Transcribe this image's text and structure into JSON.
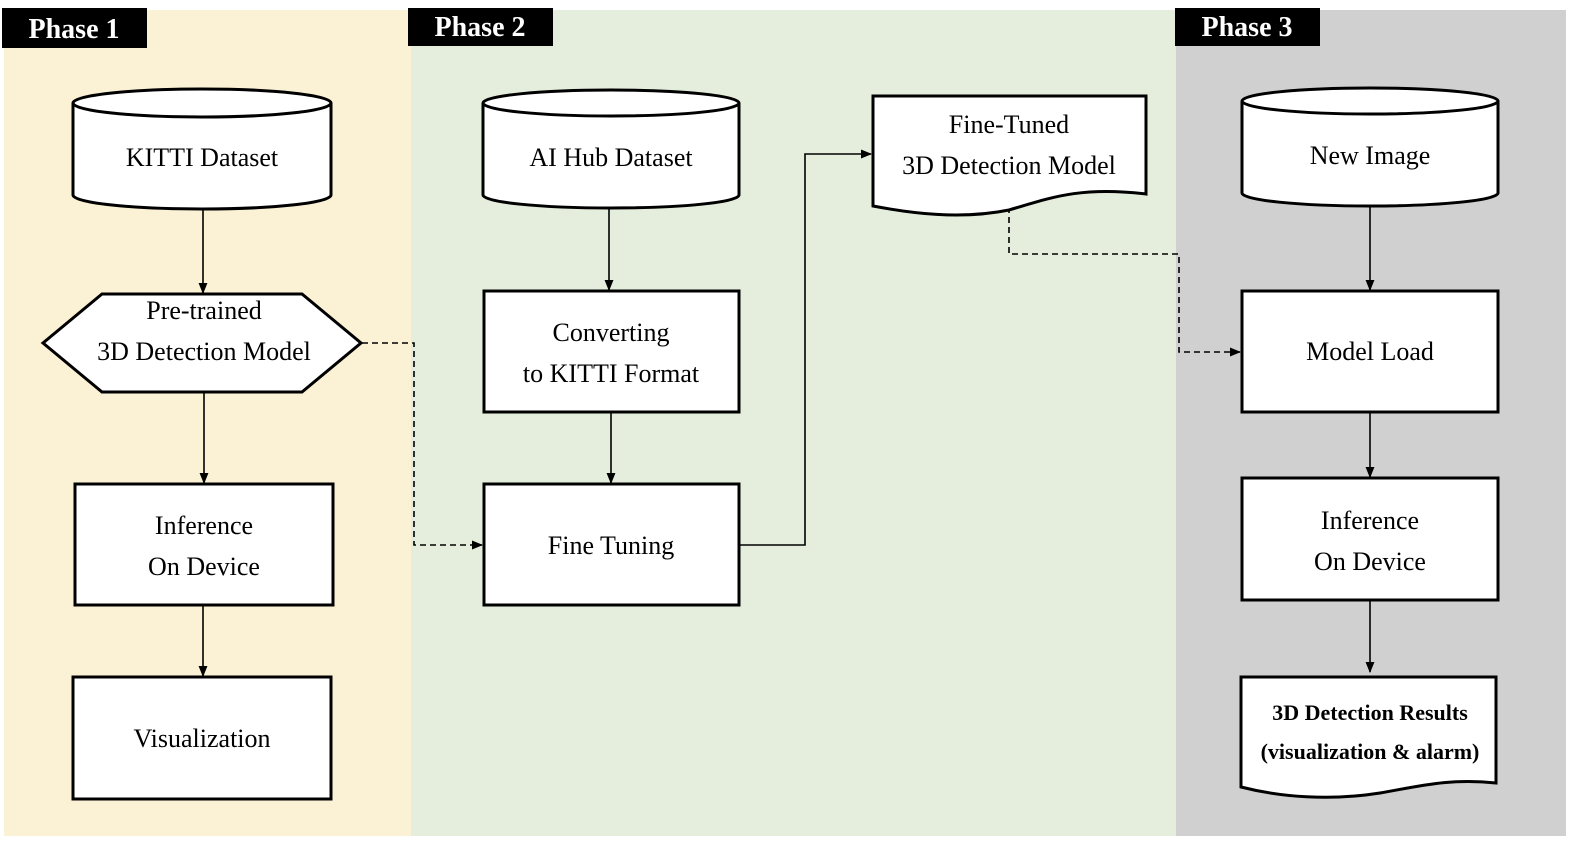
{
  "colors": {
    "phase1_bg": "#fbf2d5",
    "phase2_bg": "#e5eedc",
    "phase3_bg": "#d0d0d0",
    "tag_bg": "#000000",
    "tag_text": "#ffffff"
  },
  "phases": [
    {
      "label": "Phase 1"
    },
    {
      "label": "Phase 2"
    },
    {
      "label": "Phase 3"
    }
  ],
  "nodes": {
    "kitti_dataset": {
      "lines": [
        "KITTI Dataset"
      ]
    },
    "pretrained_model": {
      "lines": [
        "Pre-trained",
        "3D Detection Model"
      ]
    },
    "inference_p1": {
      "lines": [
        "Inference",
        "On Device"
      ]
    },
    "visualization": {
      "lines": [
        "Visualization"
      ]
    },
    "aihub_dataset": {
      "lines": [
        "AI Hub Dataset"
      ]
    },
    "converting": {
      "lines": [
        "Converting",
        "to KITTI Format"
      ]
    },
    "fine_tuning": {
      "lines": [
        "Fine Tuning"
      ]
    },
    "fine_tuned_model": {
      "lines": [
        "Fine-Tuned",
        "3D Detection Model"
      ]
    },
    "new_image": {
      "lines": [
        "New Image"
      ]
    },
    "model_load": {
      "lines": [
        "Model Load"
      ]
    },
    "inference_p3": {
      "lines": [
        "Inference",
        "On Device"
      ]
    },
    "results": {
      "lines": [
        "3D Detection Results",
        "(visualization & alarm)"
      ]
    }
  }
}
